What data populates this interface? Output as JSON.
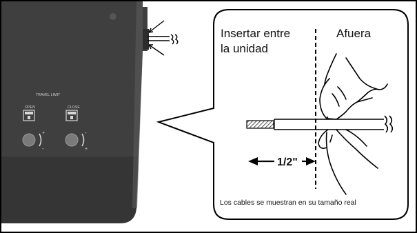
{
  "device": {
    "panel_title": "TRAVEL LIMIT",
    "open_label": "OPEN",
    "close_label": "CLOSE",
    "open_signs": {
      "top": "+",
      "bottom": "-"
    },
    "close_signs": {
      "top": "-",
      "bottom": "+"
    }
  },
  "callout": {
    "inside_label_line1": "Insertar entre",
    "inside_label_line2": "la unidad",
    "outside_label": "Afuera",
    "measure_label": "1/2\"",
    "caption": "Los cables se muestran en su tamaño real"
  },
  "icons": [
    "push-arrow-icon",
    "wire-end-icon",
    "double-arrow-icon"
  ],
  "colors": {
    "device_body": "#454545",
    "device_edge": "#6a6a6a",
    "line": "#000000",
    "background": "#ffffff"
  }
}
